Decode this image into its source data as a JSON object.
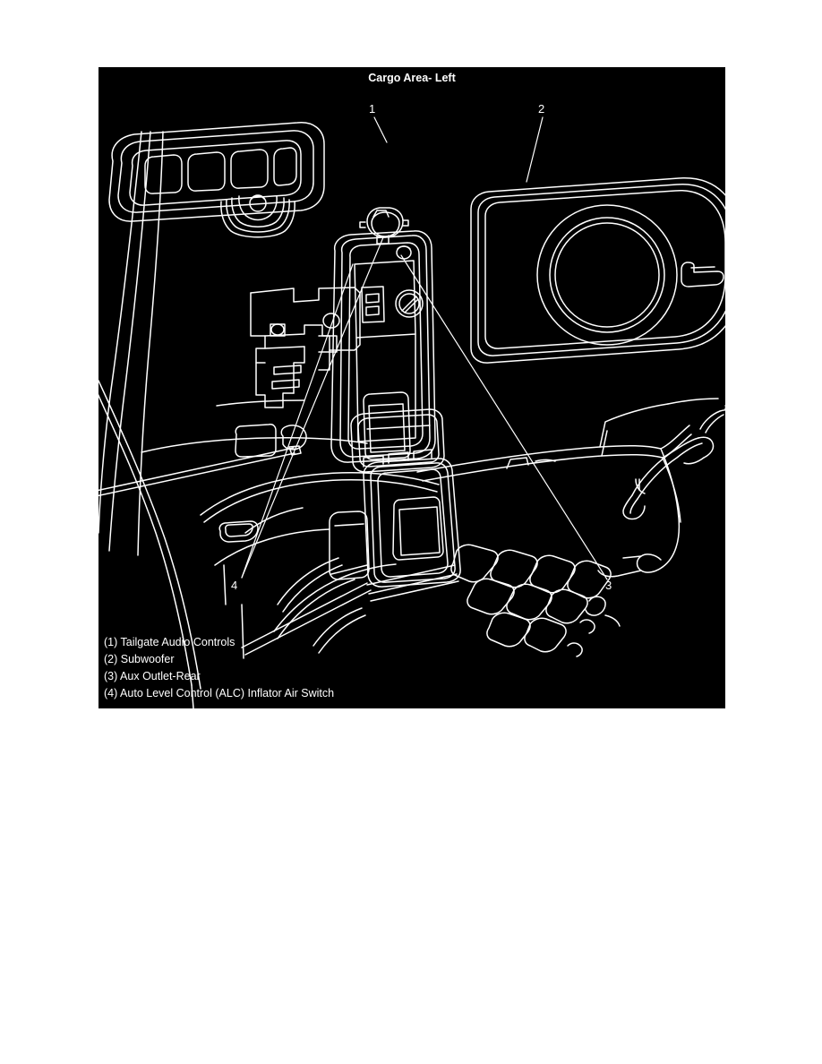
{
  "figure": {
    "title": "Cargo Area- Left",
    "background_color": "#000000",
    "line_color": "#ffffff",
    "page_background": "#ffffff"
  },
  "callouts": [
    {
      "id": "1",
      "label": "1"
    },
    {
      "id": "2",
      "label": "2"
    },
    {
      "id": "3",
      "label": "3"
    },
    {
      "id": "4",
      "label": "4"
    }
  ],
  "legend": {
    "items": [
      {
        "number": "(1)",
        "text": "(1) Tailgate Audio Controls"
      },
      {
        "number": "(2)",
        "text": "(2) Subwoofer"
      },
      {
        "number": "(3)",
        "text": "(3) Aux Outlet-Rear"
      },
      {
        "number": "(4)",
        "text": "(4) Auto Level Control (ALC) Inflator Air Switch"
      }
    ]
  },
  "chart_data": {
    "type": "diagram",
    "title": "Cargo Area- Left",
    "description": "Technical line-art service illustration of vehicle cargo area left side trim panel with numbered component callouts",
    "components": [
      {
        "callout": "1",
        "name": "Tailgate Audio Controls"
      },
      {
        "callout": "2",
        "name": "Subwoofer"
      },
      {
        "callout": "3",
        "name": "Aux Outlet-Rear"
      },
      {
        "callout": "4",
        "name": "Auto Level Control (ALC) Inflator Air Switch"
      }
    ]
  }
}
